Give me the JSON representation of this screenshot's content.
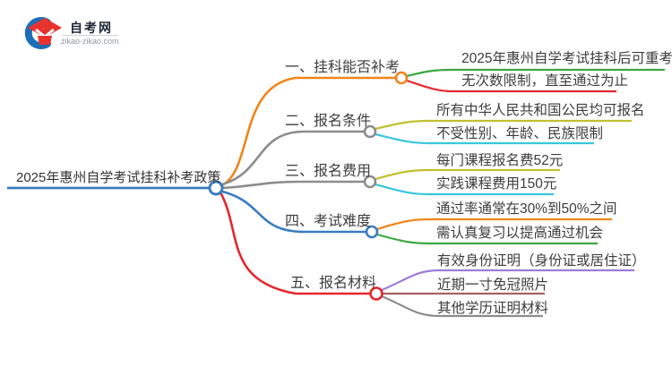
{
  "logo": {
    "brand": "自考网",
    "domain": "zikao-zikao.com"
  },
  "root": {
    "title": "2025年惠州自学考试挂科补考政策",
    "color": "#3a7dbf"
  },
  "branches": [
    {
      "label": "一、挂科能否补考",
      "color": "#f0851c",
      "children": [
        {
          "text": "2025年惠州自学考试挂科后可重考",
          "color": "#3da742"
        },
        {
          "text": "无次数限制，直至通过为止",
          "color": "#e6272e"
        }
      ]
    },
    {
      "label": "二、报名条件",
      "color": "#8c8c8c",
      "children": [
        {
          "text": "所有中华人民共和国公民均可报名",
          "color": "#c2c02f"
        },
        {
          "text": "不受性别、年龄、民族限制",
          "color": "#38c6dd"
        }
      ]
    },
    {
      "label": "三、报名费用",
      "color": "#8c8c8c",
      "children": [
        {
          "text": "每门课程报名费52元",
          "color": "#c2c02f"
        },
        {
          "text": "实践课程费用150元",
          "color": "#38c6dd"
        }
      ]
    },
    {
      "label": "四、考试难度",
      "color": "#3a7dbf",
      "children": [
        {
          "text": "通过率通常在30%到50%之间",
          "color": "#f0851c"
        },
        {
          "text": "需认真复习以提高通过机会",
          "color": "#3da742"
        }
      ]
    },
    {
      "label": "五、报名材料",
      "color": "#e6272e",
      "children": [
        {
          "text": "有效身份证明（身份证或居住证）",
          "color": "#9d7bd8"
        },
        {
          "text": "近期一寸免冠照片",
          "color": "#a2635e"
        },
        {
          "text": "其他学历证明材料",
          "color": "#8c8c8c"
        }
      ]
    }
  ]
}
